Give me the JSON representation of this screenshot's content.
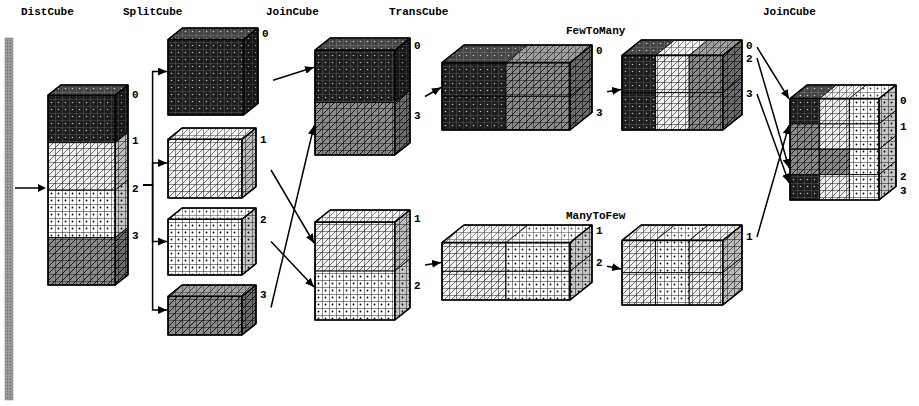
{
  "diagram": {
    "nodes": [
      {
        "text": [
          "0",
          "1",
          "2",
          "3"
        ]
      },
      {
        "text": [
          "0"
        ]
      },
      {
        "text": [
          "1"
        ]
      },
      {
        "text": [
          "2"
        ]
      },
      {
        "text": [
          "3"
        ]
      },
      {
        "text": [
          "0",
          "3"
        ]
      },
      {
        "text": [
          "1",
          "2"
        ]
      },
      {
        "text": [
          "0",
          "3"
        ]
      },
      {
        "text": [
          "1",
          "2"
        ]
      },
      {
        "text": [
          "0",
          "2",
          "3"
        ]
      },
      {
        "text": [
          "1"
        ]
      },
      {
        "text": [
          "0",
          "1",
          "2",
          "3"
        ]
      }
    ],
    "edges": [
      {
        "from": 0,
        "to": 1,
        "arrow": "to"
      },
      {
        "from": 0,
        "to": 2,
        "arrow": "to"
      },
      {
        "from": 0,
        "to": 3,
        "arrow": "to"
      },
      {
        "from": 0,
        "to": 4,
        "arrow": "to"
      },
      {
        "from": 1,
        "to": 5,
        "arrow": "to"
      },
      {
        "from": 4,
        "to": 5,
        "arrow": "to"
      },
      {
        "from": 2,
        "to": 6,
        "arrow": "to"
      },
      {
        "from": 3,
        "to": 6,
        "arrow": "to"
      },
      {
        "from": 5,
        "to": 7,
        "arrow": "to"
      },
      {
        "from": 6,
        "to": 8,
        "arrow": "to"
      },
      {
        "from": 7,
        "to": 9,
        "arrow": "to"
      },
      {
        "from": 8,
        "to": 10,
        "arrow": "to"
      },
      {
        "from": 9,
        "to": 11,
        "arrow": "to"
      },
      {
        "from": 9,
        "to": 11,
        "arrow": "to"
      },
      {
        "from": 9,
        "to": 11,
        "arrow": "to"
      },
      {
        "from": 10,
        "to": 11,
        "arrow": "to"
      }
    ],
    "labels": [
      "DistCube",
      "SplitCube",
      "JoinCube",
      "TransCube",
      "FewToMany",
      "ManyToFew",
      "JoinCube"
    ]
  }
}
